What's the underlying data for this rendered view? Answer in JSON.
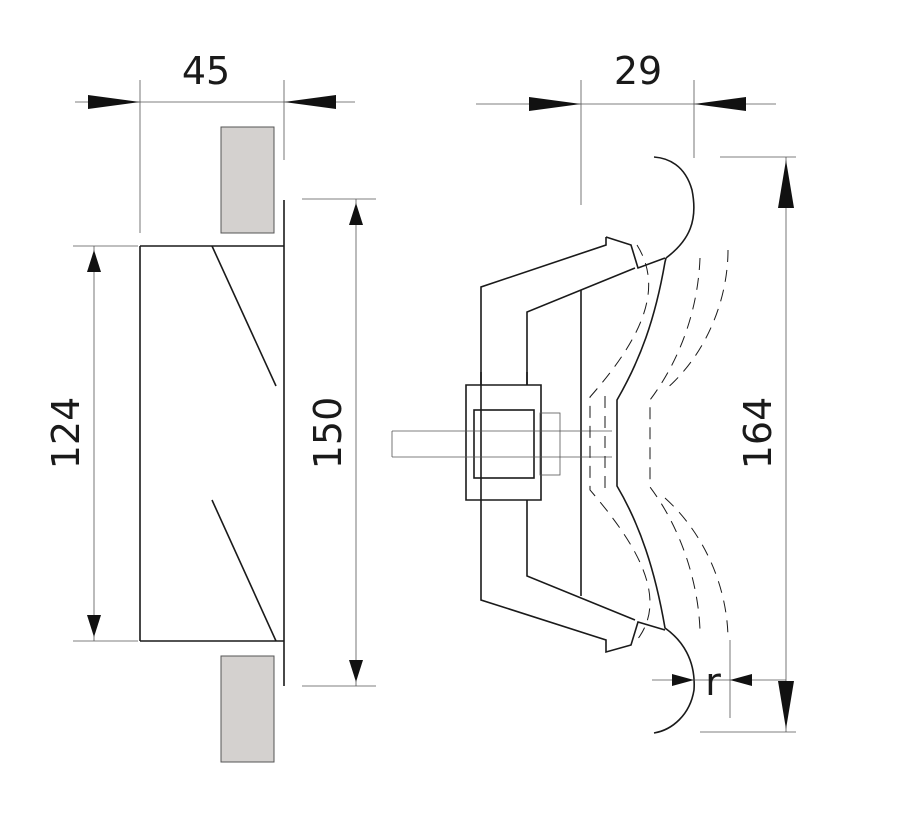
{
  "dimensions": {
    "width_left": "45",
    "width_right": "29",
    "height_inner": "124",
    "height_outer": "150",
    "height_right": "164",
    "radius_label": "r"
  },
  "colors": {
    "line": "#1a1a1a",
    "pad_fill": "#d4d1cf",
    "background": "#ffffff"
  }
}
